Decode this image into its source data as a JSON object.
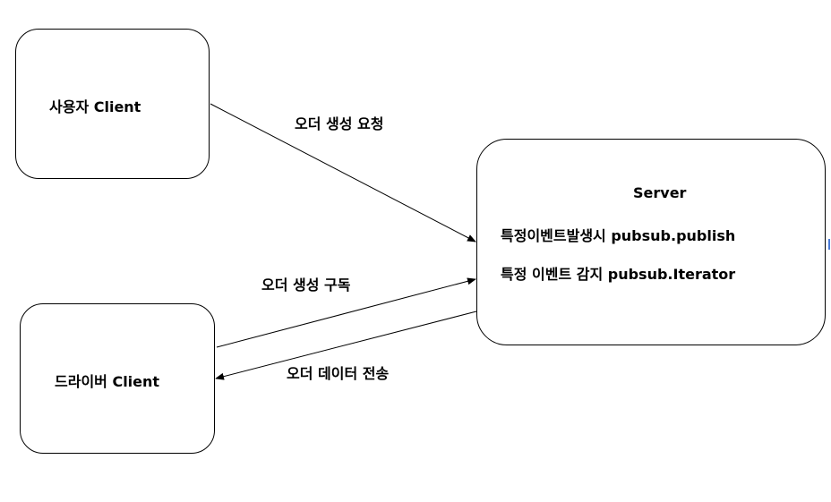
{
  "nodes": {
    "user_client": {
      "label": "사용자 Client"
    },
    "driver_client": {
      "label": "드라이버 Client"
    },
    "server": {
      "title": "Server",
      "line1": "특정이벤트발생시 pubsub.publish",
      "line2": "특정 이벤트 감지 pubsub.Iterator"
    }
  },
  "edges": {
    "order_request": {
      "label": "오더 생성 요청"
    },
    "order_subscribe": {
      "label": "오더 생성 구독"
    },
    "order_data": {
      "label": "오더 데이터 전송"
    }
  },
  "colors": {
    "stroke": "#000000",
    "marker": "#4a7bd8"
  }
}
